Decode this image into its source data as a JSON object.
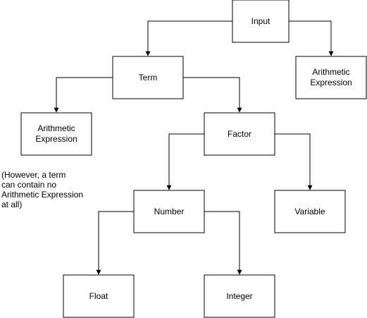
{
  "nodes": {
    "input": "Input",
    "term": "Term",
    "arith_right": [
      "Arithmetic",
      "Expression"
    ],
    "arith_left": [
      "Arithmetic",
      "Expression"
    ],
    "factor": "Factor",
    "number": "Number",
    "variable": "Variable",
    "float": "Float",
    "integer": "Integer"
  },
  "note": "(However, a term\ncan contain no\nArithmetic Expression\nat all)",
  "edges": [
    [
      "input",
      "term"
    ],
    [
      "input",
      "arith_right"
    ],
    [
      "term",
      "arith_left"
    ],
    [
      "term",
      "factor"
    ],
    [
      "factor",
      "number"
    ],
    [
      "factor",
      "variable"
    ],
    [
      "number",
      "float"
    ],
    [
      "number",
      "integer"
    ]
  ]
}
